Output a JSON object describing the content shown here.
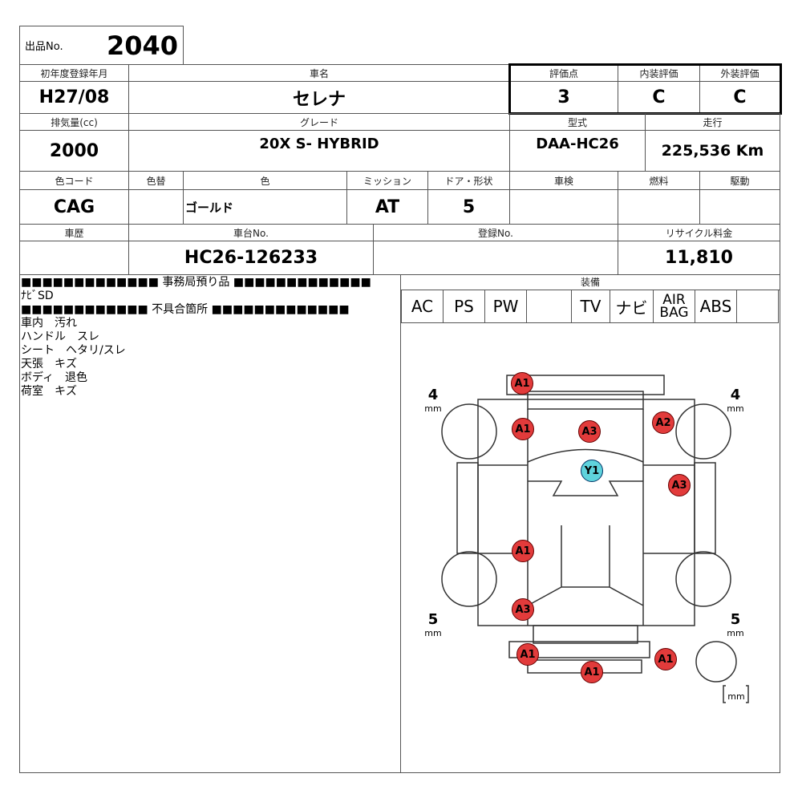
{
  "lot": {
    "label": "出品No.",
    "value": "2040"
  },
  "row1": {
    "labels": [
      "初年度登録年月",
      "車名",
      "評価点",
      "内装評価",
      "外装評価"
    ],
    "values": [
      "H27/08",
      "セレナ",
      "3",
      "C",
      "C"
    ]
  },
  "row2": {
    "labels": [
      "排気量(cc)",
      "グレード",
      "型式",
      "走行"
    ],
    "values": [
      "2000",
      "20X S- HYBRID",
      "DAA-HC26",
      "225,536 Km"
    ]
  },
  "row3": {
    "labels": [
      "色コード",
      "色替",
      "色",
      "ミッション",
      "ドア・形状",
      "車検",
      "燃料",
      "駆動"
    ],
    "values": [
      "CAG",
      "",
      "ゴールド",
      "AT",
      "5",
      "",
      "",
      ""
    ]
  },
  "row4": {
    "labels": [
      "車歴",
      "車台No.",
      "登録No.",
      "リサイクル料金"
    ],
    "values": [
      "",
      "HC26-126233",
      "",
      "11,810"
    ]
  },
  "notes": {
    "header1": "■■■■■■■■■■■■■ 事務局預り品 ■■■■■■■■■■■■■",
    "item1": "ﾅﾋﾞSD",
    "header2": "■■■■■■■■■■■■ 不具合箇所 ■■■■■■■■■■■■■",
    "defects": [
      "車内　汚れ",
      "ハンドル　スレ",
      "シート　ヘタリ/スレ",
      "天張　キズ",
      "ボディ　退色",
      "荷室　キズ"
    ]
  },
  "equipment": {
    "label": "装備",
    "items": [
      "AC",
      "PS",
      "PW",
      "",
      "TV",
      "ナビ",
      "AIR BAG",
      "ABS",
      ""
    ]
  },
  "diagram": {
    "marks": [
      "A1",
      "A1",
      "A3",
      "A2",
      "Y1",
      "A3",
      "A1",
      "A3",
      "A1",
      "A1",
      "A1"
    ],
    "tread": [
      "4",
      "4",
      "5",
      "5",
      ""
    ],
    "unit": "mm"
  }
}
